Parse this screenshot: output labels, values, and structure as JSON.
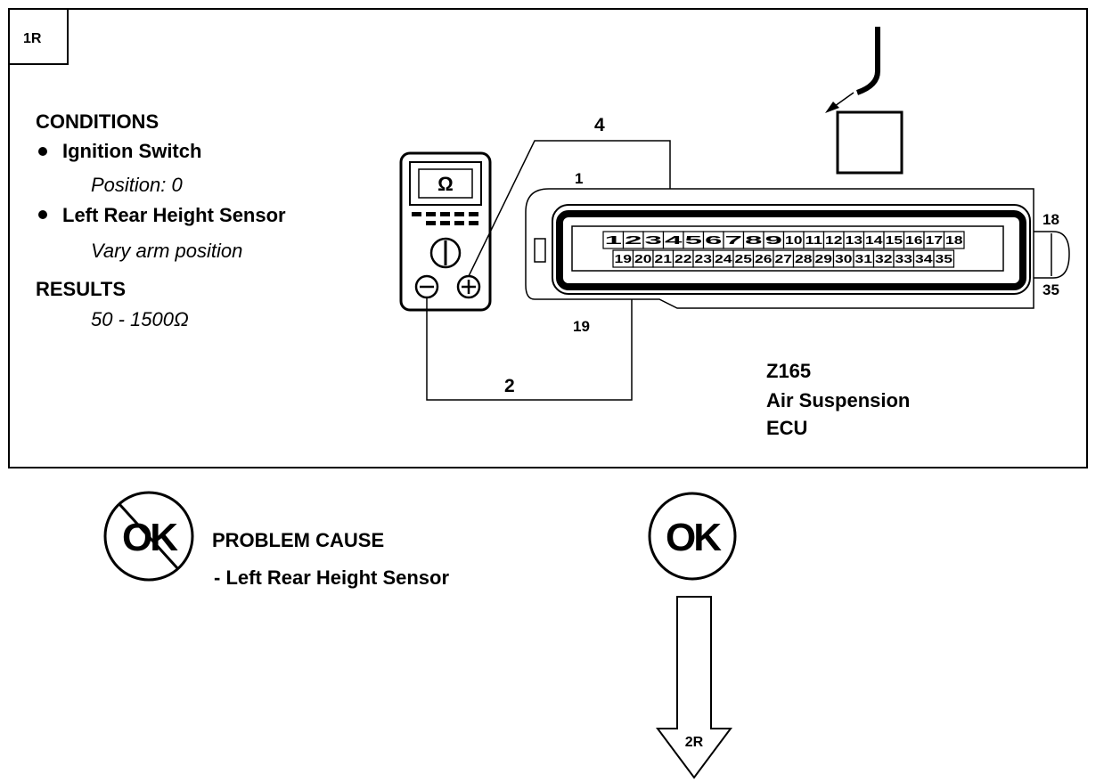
{
  "step_id": "1R",
  "conditions": {
    "heading": "CONDITIONS",
    "items": [
      {
        "label": "Ignition Switch",
        "detail": "Position: 0"
      },
      {
        "label": "Left Rear Height Sensor",
        "detail": "Vary arm position"
      }
    ]
  },
  "results": {
    "heading": "RESULTS",
    "value": "50 - 1500Ω"
  },
  "meter": {
    "symbol": "Ω"
  },
  "wires": {
    "positive_label": "4",
    "negative_label": "2"
  },
  "connector": {
    "corner_labels": {
      "top_left": "1",
      "top_right": "18",
      "bottom_left": "19",
      "bottom_right": "35"
    },
    "row1": [
      "1",
      "2",
      "3",
      "4",
      "5",
      "6",
      "7",
      "8",
      "9",
      "10",
      "11",
      "12",
      "13",
      "14",
      "15",
      "16",
      "17",
      "18"
    ],
    "row2": [
      "19",
      "20",
      "21",
      "22",
      "23",
      "24",
      "25",
      "26",
      "27",
      "28",
      "29",
      "30",
      "31",
      "32",
      "33",
      "34",
      "35"
    ]
  },
  "component": {
    "code": "Z165",
    "name": "Air Suspension",
    "type": "ECU"
  },
  "outcomes": {
    "not_ok_badge": "OK",
    "problem_heading": "PROBLEM CAUSE",
    "problem_detail": "- Left Rear Height Sensor",
    "ok_badge": "OK",
    "next_step": "2R"
  }
}
